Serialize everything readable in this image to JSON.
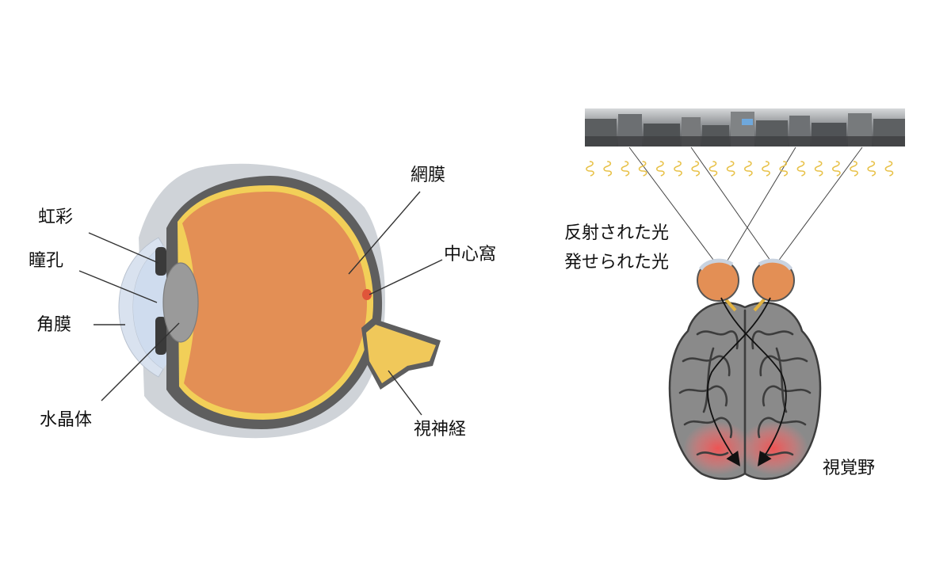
{
  "eye_diagram": {
    "labels": {
      "iris": "虹彩",
      "pupil": "瞳孔",
      "cornea": "角膜",
      "lens": "水晶体",
      "retina": "網膜",
      "fovea": "中心窩",
      "optic_nerve": "視神経"
    },
    "colors": {
      "vitreous": "#e38f55",
      "retina_layer": "#f2cf58",
      "sclera": "#5e5e5e",
      "cornea": "#d9e2ef",
      "lens": "#9a9a9a",
      "fovea": "#e0553a",
      "optic_nerve": "#f0c85a"
    }
  },
  "vision_diagram": {
    "labels": {
      "reflected_light": "反射された光",
      "emitted_light": "発せられた光",
      "visual_cortex": "視覚野"
    },
    "colors": {
      "brain": "#8a8a8a",
      "brain_sulcus": "#3d3d3d",
      "eyeball": "#e38f55",
      "light_wave": "#e8c24a",
      "visual_cortex_glow": "#f05050"
    },
    "scene_image": "city-street-panorama"
  }
}
